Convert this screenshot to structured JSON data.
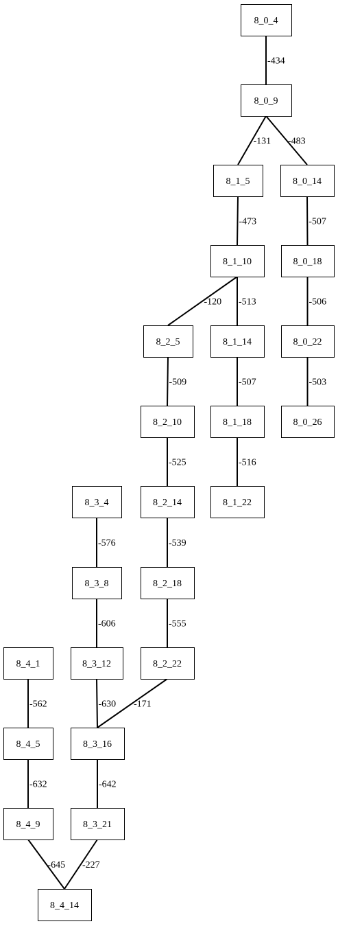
{
  "graph": {
    "nodes": [
      {
        "id": "8_0_4"
      },
      {
        "id": "8_0_9"
      },
      {
        "id": "8_0_14"
      },
      {
        "id": "8_0_18"
      },
      {
        "id": "8_0_22"
      },
      {
        "id": "8_0_26"
      },
      {
        "id": "8_1_5"
      },
      {
        "id": "8_1_10"
      },
      {
        "id": "8_1_14"
      },
      {
        "id": "8_1_18"
      },
      {
        "id": "8_1_22"
      },
      {
        "id": "8_2_5"
      },
      {
        "id": "8_2_10"
      },
      {
        "id": "8_2_14"
      },
      {
        "id": "8_2_18"
      },
      {
        "id": "8_2_22"
      },
      {
        "id": "8_3_4"
      },
      {
        "id": "8_3_8"
      },
      {
        "id": "8_3_12"
      },
      {
        "id": "8_3_16"
      },
      {
        "id": "8_3_21"
      },
      {
        "id": "8_4_1"
      },
      {
        "id": "8_4_5"
      },
      {
        "id": "8_4_9"
      },
      {
        "id": "8_4_14"
      }
    ],
    "edges": [
      {
        "from": "8_0_4",
        "to": "8_0_9",
        "label": "-434"
      },
      {
        "from": "8_0_9",
        "to": "8_1_5",
        "label": "-131"
      },
      {
        "from": "8_0_9",
        "to": "8_0_14",
        "label": "-483"
      },
      {
        "from": "8_1_5",
        "to": "8_1_10",
        "label": "-473"
      },
      {
        "from": "8_0_14",
        "to": "8_0_18",
        "label": "-507"
      },
      {
        "from": "8_1_10",
        "to": "8_2_5",
        "label": "-120"
      },
      {
        "from": "8_1_10",
        "to": "8_1_14",
        "label": "-513"
      },
      {
        "from": "8_0_18",
        "to": "8_0_22",
        "label": "-506"
      },
      {
        "from": "8_2_5",
        "to": "8_2_10",
        "label": "-509"
      },
      {
        "from": "8_1_14",
        "to": "8_1_18",
        "label": "-507"
      },
      {
        "from": "8_0_22",
        "to": "8_0_26",
        "label": "-503"
      },
      {
        "from": "8_2_10",
        "to": "8_2_14",
        "label": "-525"
      },
      {
        "from": "8_1_18",
        "to": "8_1_22",
        "label": "-516"
      },
      {
        "from": "8_3_4",
        "to": "8_3_8",
        "label": "-576"
      },
      {
        "from": "8_2_14",
        "to": "8_2_18",
        "label": "-539"
      },
      {
        "from": "8_3_8",
        "to": "8_3_12",
        "label": "-606"
      },
      {
        "from": "8_2_18",
        "to": "8_2_22",
        "label": "-555"
      },
      {
        "from": "8_4_1",
        "to": "8_4_5",
        "label": "-562"
      },
      {
        "from": "8_3_12",
        "to": "8_3_16",
        "label": "-630"
      },
      {
        "from": "8_2_22",
        "to": "8_3_16",
        "label": "-171"
      },
      {
        "from": "8_4_5",
        "to": "8_4_9",
        "label": "-632"
      },
      {
        "from": "8_3_16",
        "to": "8_3_21",
        "label": "-642"
      },
      {
        "from": "8_4_9",
        "to": "8_4_14",
        "label": "-645"
      },
      {
        "from": "8_3_21",
        "to": "8_4_14",
        "label": "-227"
      }
    ]
  }
}
